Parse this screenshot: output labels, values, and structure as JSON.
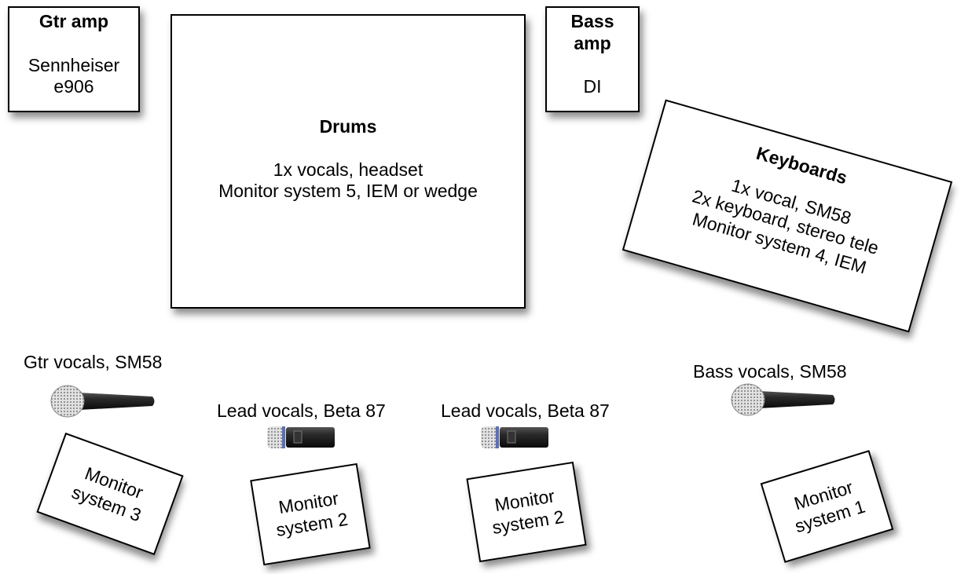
{
  "gtr_amp": {
    "title": "Gtr amp",
    "lines": [
      "Sennheiser",
      "e906"
    ]
  },
  "bass_amp": {
    "title_lines": [
      "Bass",
      "amp"
    ],
    "sub": "DI"
  },
  "drums": {
    "title": "Drums",
    "lines": [
      "1x vocals, headset",
      "Monitor system 5, IEM or wedge"
    ]
  },
  "keyboards": {
    "title": "Keyboards",
    "lines": [
      "1x vocal, SM58",
      "2x keyboard, stereo tele",
      "Monitor system 4, IEM"
    ]
  },
  "mics": {
    "gtr": {
      "label": "Gtr vocals, SM58",
      "type": "sm58"
    },
    "lead1": {
      "label": "Lead vocals, Beta 87",
      "type": "beta87"
    },
    "lead2": {
      "label": "Lead vocals, Beta 87",
      "type": "beta87"
    },
    "bass": {
      "label": "Bass vocals, SM58",
      "type": "sm58"
    }
  },
  "monitors": {
    "m3": [
      "Monitor",
      "system 3"
    ],
    "m2a": [
      "Monitor",
      "system 2"
    ],
    "m2b": [
      "Monitor",
      "system 2"
    ],
    "m1": [
      "Monitor",
      "system 1"
    ]
  }
}
